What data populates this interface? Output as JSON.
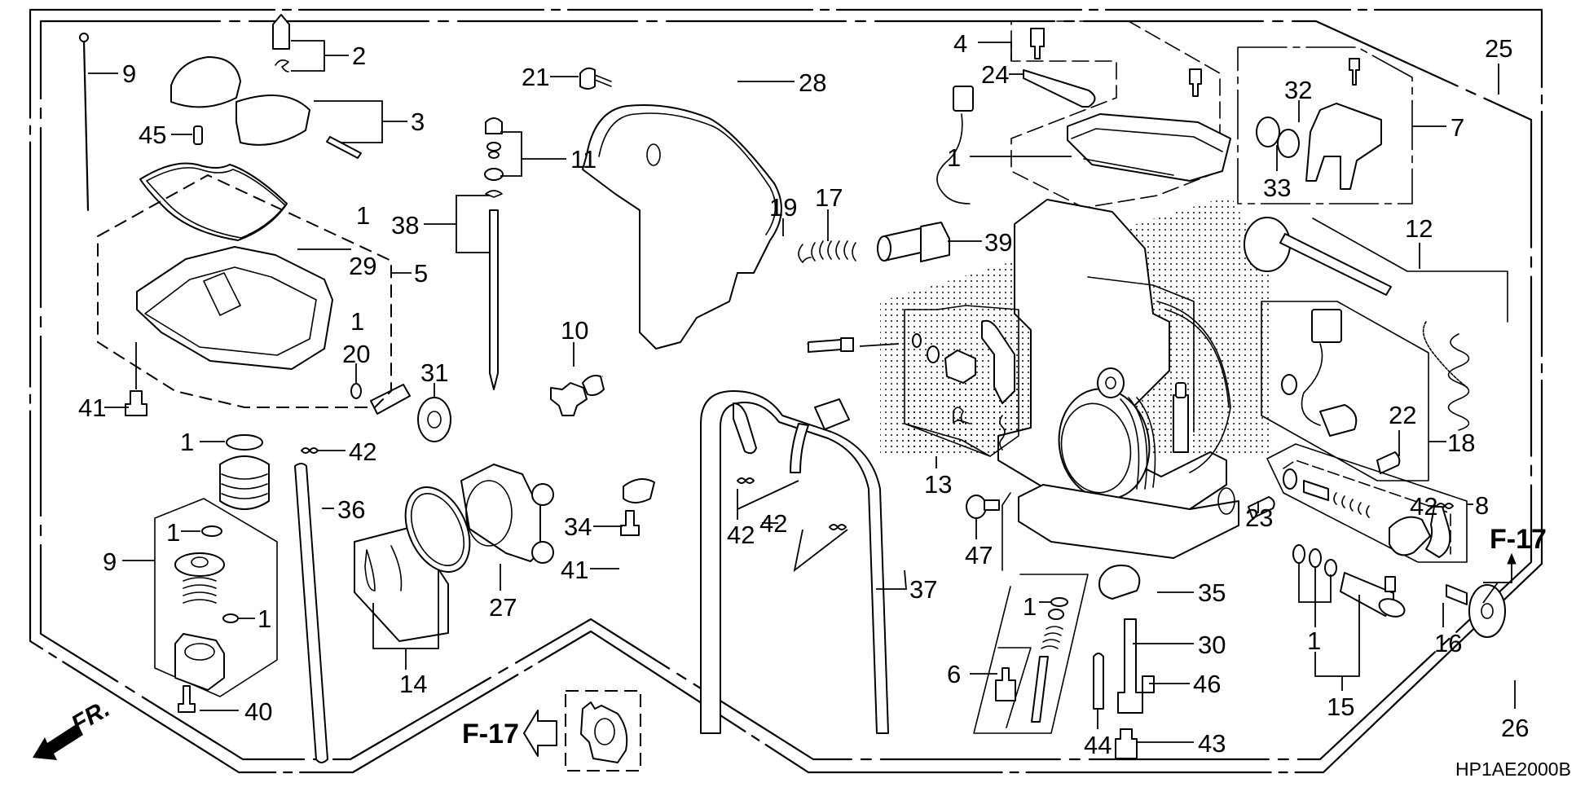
{
  "diagram": {
    "title": "Carburetor exploded parts diagram",
    "drawing_code": "HP1AE2000B",
    "front_indicator": "FR.",
    "references": [
      {
        "label": "F-17",
        "direction": "left"
      },
      {
        "label": "F-17",
        "direction": "up"
      }
    ],
    "callouts": [
      "9",
      "2",
      "45",
      "3",
      "1",
      "29",
      "5",
      "1",
      "20",
      "41",
      "31",
      "1",
      "42",
      "36",
      "9",
      "1",
      "1",
      "40",
      "14",
      "27",
      "34",
      "41",
      "21",
      "28",
      "11",
      "38",
      "19",
      "17",
      "10",
      "42",
      "42",
      "37",
      "4",
      "24",
      "1",
      "39",
      "13",
      "47",
      "23",
      "35",
      "30",
      "1",
      "6",
      "46",
      "44",
      "43",
      "25",
      "32",
      "7",
      "33",
      "12",
      "22",
      "18",
      "42",
      "8",
      "1",
      "16",
      "15",
      "26"
    ],
    "colors": {
      "line": "#000000",
      "background": "#ffffff",
      "stipple": "#000000"
    }
  }
}
